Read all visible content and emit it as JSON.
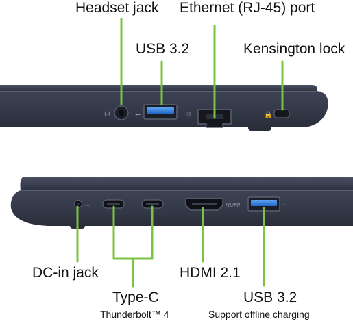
{
  "labels": {
    "headset_jack": "Headset jack",
    "ethernet_port": "Ethernet (RJ-45) port",
    "usb32_top": "USB 3.2",
    "kensington_lock": "Kensington lock",
    "dc_in_jack": "DC-in jack",
    "hdmi": "HDMI 2.1",
    "type_c": "Type-C",
    "type_c_sub": "Thunderbolt™ 4",
    "usb32_bottom": "USB 3.2",
    "usb32_bottom_sub": "Support offline charging"
  },
  "port_marks": {
    "hdmi_logo": "HDMI"
  },
  "colors": {
    "callout": "#7cc242",
    "chassis": "#363c4c",
    "chassis_dark": "#1f232d",
    "usb_blue": "#2f7de1",
    "background": "#ffffff"
  }
}
